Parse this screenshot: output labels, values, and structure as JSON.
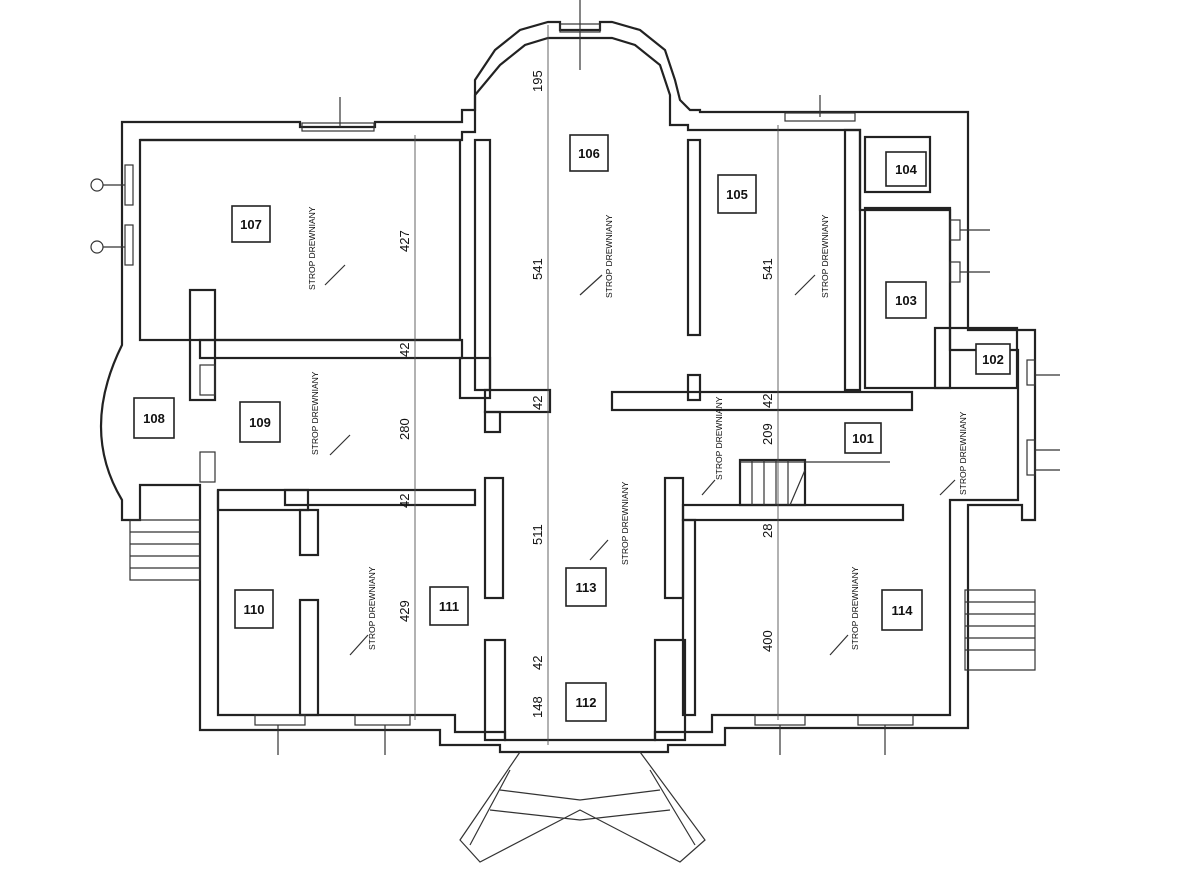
{
  "title": "Floor plan",
  "rooms": [
    "101",
    "102",
    "103",
    "104",
    "105",
    "106",
    "107",
    "108",
    "109",
    "110",
    "111",
    "112",
    "113",
    "114"
  ],
  "ceiling_note": "STROP DREWNIANY",
  "dimensions": {
    "d106_top": "195",
    "d106": "541",
    "d105": "541",
    "d107": "427",
    "d107_109": "42",
    "d106_113": "42",
    "d105_101": "42",
    "d109": "280",
    "d101": "209",
    "d109_111": "42",
    "d113": "511",
    "d111": "429",
    "d101_114": "28",
    "d114": "400",
    "d113_112": "42",
    "d112": "148"
  }
}
